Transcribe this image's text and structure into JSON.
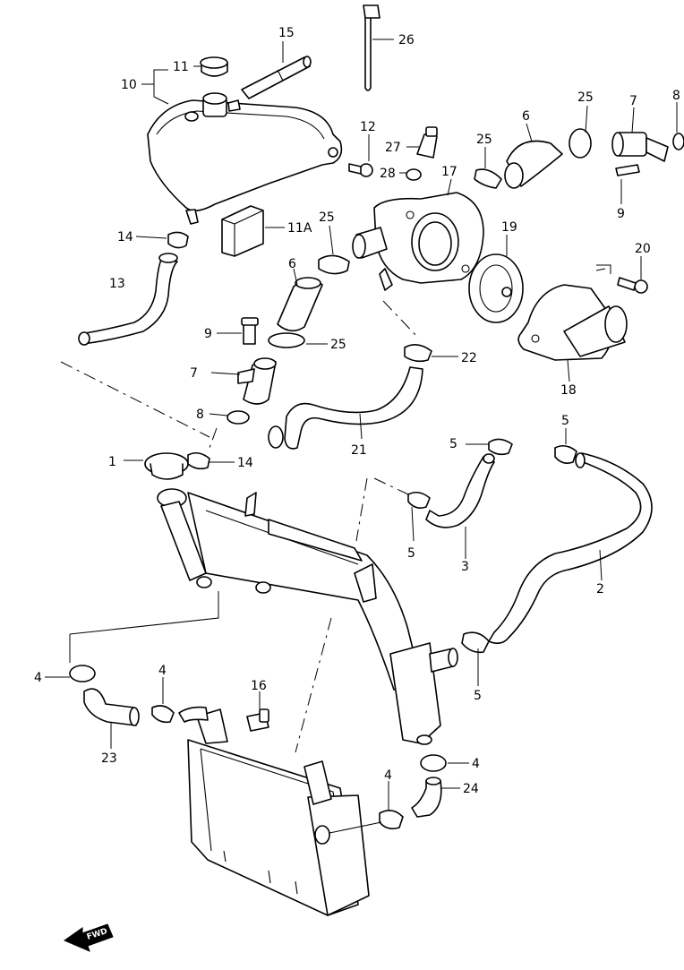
{
  "callouts": [
    {
      "id": "c1",
      "text": "1"
    },
    {
      "id": "c2",
      "text": "2"
    },
    {
      "id": "c3",
      "text": "3"
    },
    {
      "id": "c4a",
      "text": "4"
    },
    {
      "id": "c4b",
      "text": "4"
    },
    {
      "id": "c4c",
      "text": "4"
    },
    {
      "id": "c4d",
      "text": "4"
    },
    {
      "id": "c5a",
      "text": "5"
    },
    {
      "id": "c5b",
      "text": "5"
    },
    {
      "id": "c5c",
      "text": "5"
    },
    {
      "id": "c5d",
      "text": "5"
    },
    {
      "id": "c6a",
      "text": "6"
    },
    {
      "id": "c6b",
      "text": "6"
    },
    {
      "id": "c7a",
      "text": "7"
    },
    {
      "id": "c7b",
      "text": "7"
    },
    {
      "id": "c8a",
      "text": "8"
    },
    {
      "id": "c8b",
      "text": "8"
    },
    {
      "id": "c9a",
      "text": "9"
    },
    {
      "id": "c9b",
      "text": "9"
    },
    {
      "id": "c10",
      "text": "10"
    },
    {
      "id": "c11",
      "text": "11"
    },
    {
      "id": "c11a",
      "text": "11A"
    },
    {
      "id": "c12",
      "text": "12"
    },
    {
      "id": "c13",
      "text": "13"
    },
    {
      "id": "c14a",
      "text": "14"
    },
    {
      "id": "c14b",
      "text": "14"
    },
    {
      "id": "c15",
      "text": "15"
    },
    {
      "id": "c16",
      "text": "16"
    },
    {
      "id": "c17",
      "text": "17"
    },
    {
      "id": "c18",
      "text": "18"
    },
    {
      "id": "c19",
      "text": "19"
    },
    {
      "id": "c20",
      "text": "20"
    },
    {
      "id": "c21",
      "text": "21"
    },
    {
      "id": "c22",
      "text": "22"
    },
    {
      "id": "c23",
      "text": "23"
    },
    {
      "id": "c24",
      "text": "24"
    },
    {
      "id": "c25a",
      "text": "25"
    },
    {
      "id": "c25b",
      "text": "25"
    },
    {
      "id": "c25c",
      "text": "25"
    },
    {
      "id": "c26",
      "text": "26"
    },
    {
      "id": "c27",
      "text": "27"
    },
    {
      "id": "c28",
      "text": "28"
    }
  ],
  "fwd_label": "FWD"
}
